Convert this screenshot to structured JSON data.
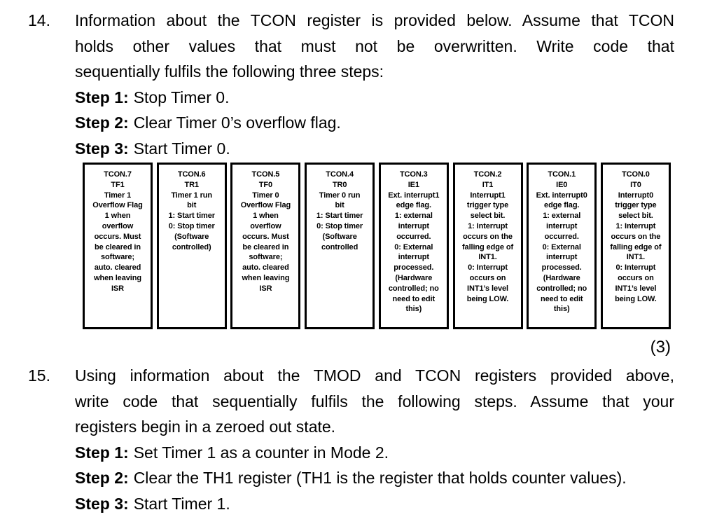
{
  "q14": {
    "number": "14.",
    "para_lines": [
      "Information about the TCON register is provided below. Assume that TCON",
      "holds other values that must not be overwritten. Write code that",
      "sequentially fulfils the following three steps:"
    ],
    "steps": [
      {
        "label": "Step 1:",
        "text": "Stop Timer 0."
      },
      {
        "label": "Step 2:",
        "text": "Clear Timer 0’s overflow flag."
      },
      {
        "label": "Step 3:",
        "text": "Start Timer 0."
      }
    ]
  },
  "marks": "(3)",
  "q15": {
    "number": "15.",
    "para_lines": [
      "Using information about the TMOD and TCON registers provided above,",
      "write code that sequentially fulfils the following steps. Assume that your",
      "registers begin in a zeroed out state."
    ],
    "steps": [
      {
        "label": "Step 1:",
        "text": "Set Timer 1 as a counter in Mode 2."
      },
      {
        "label": "Step 2:",
        "text": "Clear the TH1 register (TH1 is the register that holds counter values)."
      },
      {
        "label": "Step 3:",
        "text": "Start Timer 1."
      }
    ]
  },
  "tcon_table": {
    "bits": [
      {
        "bit": "TCON.7",
        "symbol": "TF1",
        "lines": [
          "TCON.7",
          "TF1",
          "Timer 1",
          "Overflow Flag",
          "1 when",
          "overflow",
          "occurs. Must",
          "be cleared in",
          "software;",
          "auto. cleared",
          "when leaving",
          "ISR"
        ]
      },
      {
        "bit": "TCON.6",
        "symbol": "TR1",
        "lines": [
          "TCON.6",
          "TR1",
          "Timer 1 run",
          "bit",
          "1: Start timer",
          "0: Stop timer",
          "(Software",
          "controlled)"
        ]
      },
      {
        "bit": "TCON.5",
        "symbol": "TF0",
        "lines": [
          "TCON.5",
          "TF0",
          "Timer 0",
          "Overflow Flag",
          "1 when",
          "overflow",
          "occurs. Must",
          "be cleared in",
          "software;",
          "auto. cleared",
          "when leaving",
          "ISR"
        ]
      },
      {
        "bit": "TCON.4",
        "symbol": "TR0",
        "lines": [
          "TCON.4",
          "TR0",
          "Timer 0 run",
          "bit",
          "1: Start timer",
          "0: Stop timer",
          "(Software",
          "controlled"
        ]
      },
      {
        "bit": "TCON.3",
        "symbol": "IE1",
        "lines": [
          "TCON.3",
          "IE1",
          "Ext. interrupt1",
          "edge flag.",
          "1: external",
          "interrupt",
          "occurred.",
          "0: External",
          "interrupt",
          "processed.",
          "(Hardware",
          "controlled; no",
          "need to edit",
          "this)"
        ]
      },
      {
        "bit": "TCON.2",
        "symbol": "IT1",
        "lines": [
          "TCON.2",
          "IT1",
          "Interrupt1",
          "trigger type",
          "select bit.",
          "1: Interrupt",
          "occurs on the",
          "falling edge of",
          "INT1.",
          "0: Interrupt",
          "occurs on",
          "INT1’s level",
          "being LOW."
        ]
      },
      {
        "bit": "TCON.1",
        "symbol": "IE0",
        "lines": [
          "TCON.1",
          "IE0",
          "Ext. interrupt0",
          "edge flag.",
          "1: external",
          "interrupt",
          "occurred.",
          "0: External",
          "interrupt",
          "processed.",
          "(Hardware",
          "controlled; no",
          "need to edit",
          "this)"
        ]
      },
      {
        "bit": "TCON.0",
        "symbol": "IT0",
        "lines": [
          "TCON.0",
          "IT0",
          "Interrupt0",
          "trigger type",
          "select bit.",
          "1: Interrupt",
          "occurs on the",
          "falling edge of",
          "INT1.",
          "0: Interrupt",
          "occurs on",
          "INT1’s level",
          "being LOW."
        ]
      }
    ]
  },
  "colors": {
    "text": "#000000",
    "background": "#ffffff",
    "table_border": "#000000"
  }
}
